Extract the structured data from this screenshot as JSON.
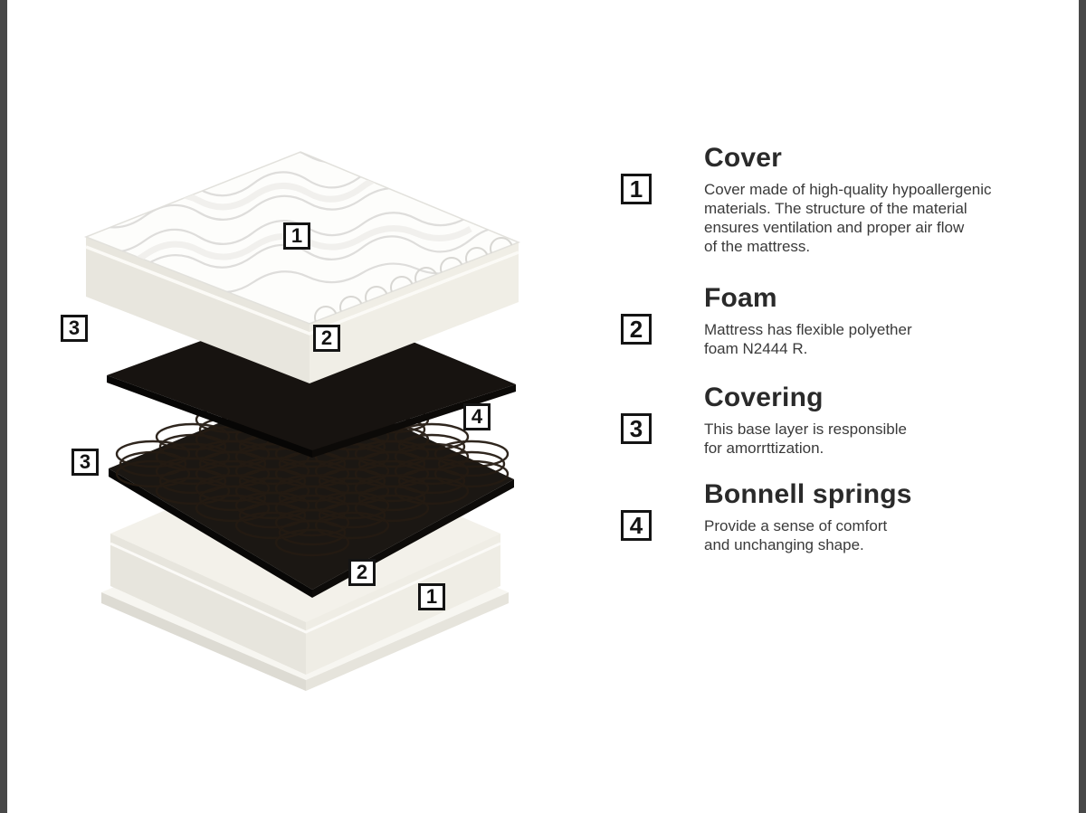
{
  "page": {
    "background_color": "#ffffff",
    "edge_bar_color": "#484848",
    "accent_color": "#141414"
  },
  "diagram": {
    "callouts": [
      {
        "label": "1"
      },
      {
        "label": "2"
      },
      {
        "label": "3"
      },
      {
        "label": "4"
      },
      {
        "label": "3"
      },
      {
        "label": "2"
      },
      {
        "label": "1"
      }
    ]
  },
  "legend": {
    "items": [
      {
        "number": "1",
        "title": "Cover",
        "description": "Cover made of high-quality hypoallergenic\nmaterials. The structure of the material\nensures ventilation and proper air flow\nof the mattress."
      },
      {
        "number": "2",
        "title": "Foam",
        "description": "Mattress has flexible polyether\nfoam N2444 R."
      },
      {
        "number": "3",
        "title": "Covering",
        "description": "This base layer is responsible\nfor amorrttization."
      },
      {
        "number": "4",
        "title": "Bonnell springs",
        "description": "Provide a sense of comfort\nand unchanging shape."
      }
    ]
  }
}
